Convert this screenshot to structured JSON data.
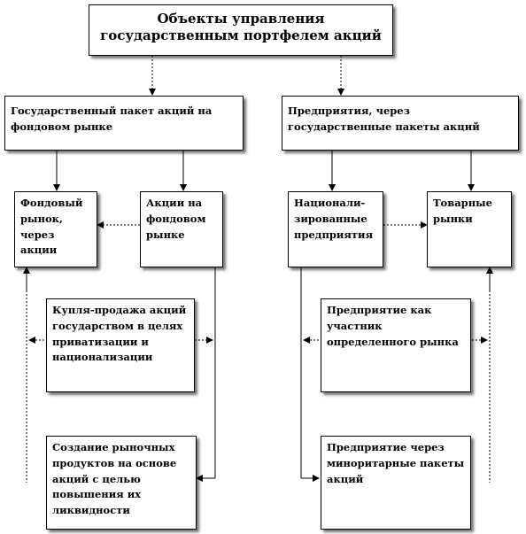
{
  "diagram": {
    "top": {
      "label": "Объекты управления государственным портфелем акций"
    },
    "left_head": {
      "label": "Государственный пакет акций на фондовом рынке"
    },
    "right_head": {
      "label": "Предприятия, через государственные пакеты акций"
    },
    "left_col": {
      "a": {
        "label": "Фондовый рынок, через акции"
      },
      "b": {
        "label": "Акции на фондовом рынке"
      },
      "c": {
        "label": "Купля-продажа акций государством в целях приватизации и национализации"
      },
      "d": {
        "label": "Создание рыночных продуктов на основе акций с целью повышения их ликвидности"
      }
    },
    "right_col": {
      "a": {
        "label": "Национали-зированные предприятия"
      },
      "b": {
        "label": "Товарные рынки"
      },
      "c": {
        "label": "Предприятие как участник определенного рынка"
      },
      "d": {
        "label": "Предприятие через миноритарные пакеты акций"
      }
    },
    "colors": {
      "line": "#000000",
      "box_fill": "#ffffff",
      "shadow": "#555555"
    }
  }
}
